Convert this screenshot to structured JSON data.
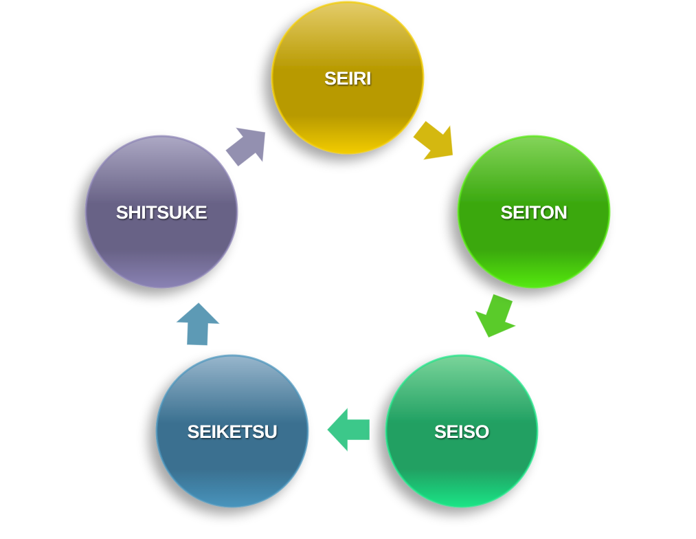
{
  "diagram": {
    "type": "5S cycle",
    "nodes": [
      {
        "label": "SEIRI",
        "color": "#b89a00",
        "top": "#e4cc6a",
        "bottom": "#f2cc00"
      },
      {
        "label": "SEITON",
        "color": "#3aa80e",
        "top": "#84d45a",
        "bottom": "#55e812"
      },
      {
        "label": "SEISO",
        "color": "#20a062",
        "top": "#7ad49a",
        "bottom": "#1ee486"
      },
      {
        "label": "SEIKETSU",
        "color": "#3a7090",
        "top": "#98b6cc",
        "bottom": "#4894bc"
      },
      {
        "label": "SHITSUKE",
        "color": "#686286",
        "top": "#aca8c4",
        "bottom": "#8a82b4"
      }
    ],
    "arrows": [
      {
        "from": "SEIRI",
        "to": "SEITON",
        "color": "#d4b810"
      },
      {
        "from": "SEITON",
        "to": "SEISO",
        "color": "#5acb2a"
      },
      {
        "from": "SEISO",
        "to": "SEIKETSU",
        "color": "#3cc88a"
      },
      {
        "from": "SEIKETSU",
        "to": "SHITSUKE",
        "color": "#5d9ab5"
      },
      {
        "from": "SHITSUKE",
        "to": "SEIRI",
        "color": "#9390b0"
      }
    ]
  }
}
